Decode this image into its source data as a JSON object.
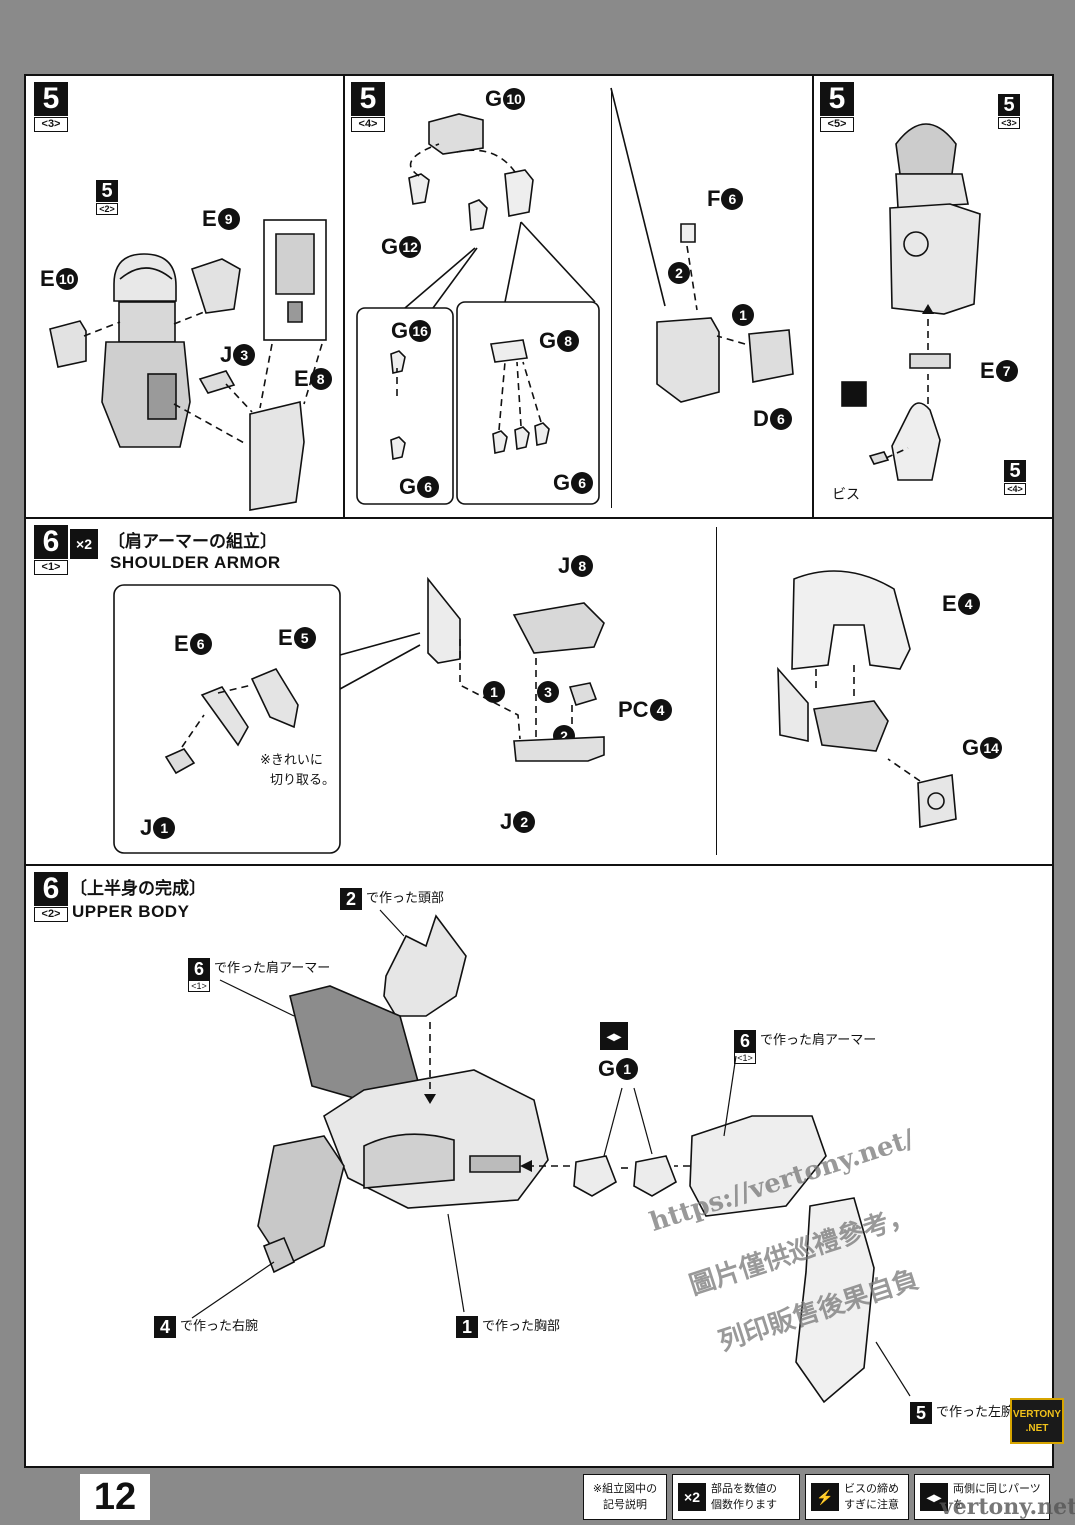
{
  "page_number": "12",
  "step_5_3": {
    "step": "5",
    "sub": "<3>",
    "ref_step": "5",
    "ref_sub": "<2>",
    "labels": {
      "e10": "E",
      "e10_n": "10",
      "e9": "E",
      "e9_n": "9",
      "j3": "J",
      "j3_n": "3",
      "e8": "E",
      "e8_n": "8"
    }
  },
  "step_5_4": {
    "step": "5",
    "sub": "<4>",
    "labels": {
      "g10": "G",
      "g10_n": "10",
      "g12": "G",
      "g12_n": "12",
      "g16": "G",
      "g16_n": "16",
      "g6a": "G",
      "g6a_n": "6",
      "g8": "G",
      "g8_n": "8",
      "g6b": "G",
      "g6b_n": "6",
      "f6": "F",
      "f6_n": "6",
      "d6": "D",
      "d6_n": "6",
      "seq1": "1",
      "seq2": "2"
    }
  },
  "step_5_5": {
    "step": "5",
    "sub": "<5>",
    "ref_top_step": "5",
    "ref_top_sub": "<3>",
    "ref_bottom_step": "5",
    "ref_bottom_sub": "<4>",
    "labels": {
      "e7": "E",
      "e7_n": "7",
      "bis": "ビス"
    }
  },
  "step_6_1": {
    "step": "6",
    "sub": "<1>",
    "multiplier": "×2",
    "title_jp": "〔肩アーマーの組立〕",
    "title_en": "SHOULDER ARMOR",
    "labels": {
      "e6": "E",
      "e6_n": "6",
      "e5": "E",
      "e5_n": "5",
      "j1": "J",
      "j1_n": "1",
      "j8": "J",
      "j8_n": "8",
      "pc4": "PC",
      "pc4_n": "4",
      "j2": "J",
      "j2_n": "2",
      "e4": "E",
      "e4_n": "4",
      "g14": "G",
      "g14_n": "14",
      "seq1": "1",
      "seq2": "2",
      "seq3": "3"
    },
    "note_line1": "※きれいに",
    "note_line2": "切り取る。"
  },
  "step_6_2": {
    "step": "6",
    "sub": "<2>",
    "title_jp": "〔上半身の完成〕",
    "title_en": "UPPER BODY",
    "g1": "G",
    "g1_n": "1",
    "refs": [
      {
        "num": "2",
        "sub": "",
        "text": "で作った頭部"
      },
      {
        "num": "6",
        "sub": "<1>",
        "text": "で作った肩アーマー"
      },
      {
        "num": "6",
        "sub": "<1>",
        "text": "で作った肩アーマー"
      },
      {
        "num": "4",
        "sub": "",
        "text": "で作った右腕"
      },
      {
        "num": "1",
        "sub": "",
        "text": "で作った胸部"
      },
      {
        "num": "5",
        "sub": "",
        "text": "で作った左腕"
      }
    ]
  },
  "legend": {
    "intro_line1": "※組立図中の",
    "intro_line2": "記号説明",
    "item1_icon": "×2",
    "item1_line1": "部品を数値の",
    "item1_line2": "個数作ります",
    "item2_line1": "ビスの締め",
    "item2_line2": "すぎに注意",
    "item3_line1": "両側に同じパーツ",
    "item3_line2": "を"
  },
  "watermark": {
    "line1": "https://vertony.net/",
    "line2": "圖片僅供巡禮參考，",
    "line3": "列印販售後果自負",
    "corner": "vertony.net"
  },
  "badge": {
    "line1": "VERTONY",
    "line2": ".NET"
  }
}
